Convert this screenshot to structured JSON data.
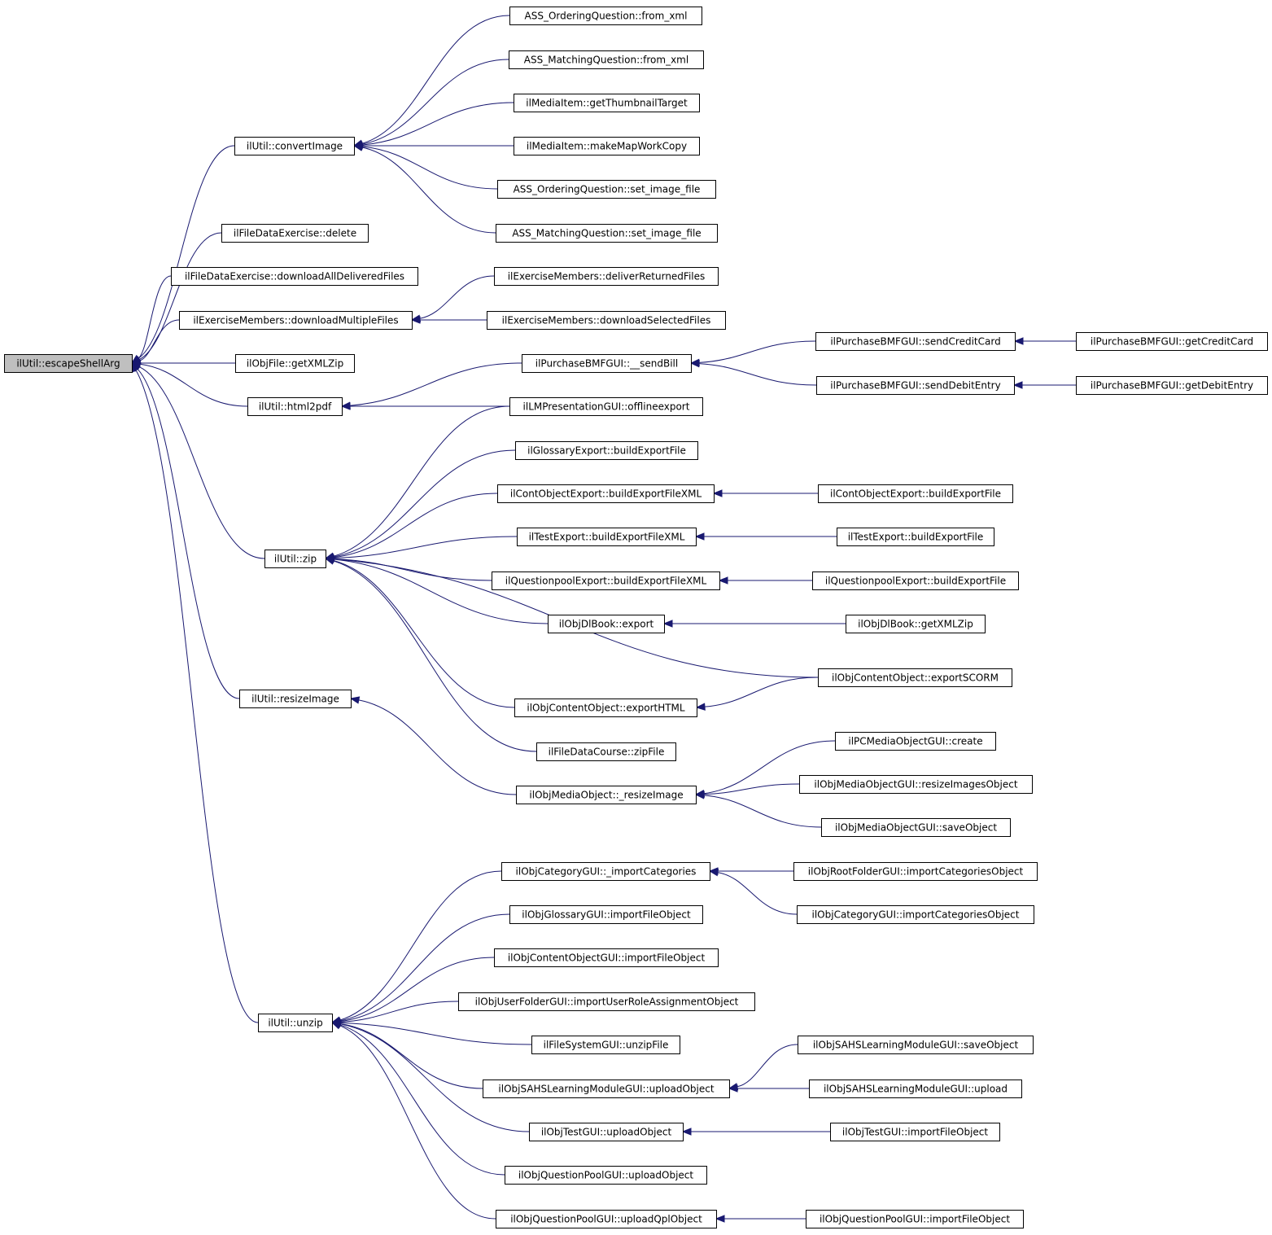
{
  "nodes": {
    "root": "ilUtil::escapeShellArg",
    "convertImage": "ilUtil::convertImage",
    "fdeDelete": "ilFileDataExercise::delete",
    "fdeDownloadAll": "ilFileDataExercise::downloadAllDeliveredFiles",
    "emDownloadMultiple": "ilExerciseMembers::downloadMultipleFiles",
    "objFileGetXMLZip": "ilObjFile::getXMLZip",
    "html2pdf": "ilUtil::html2pdf",
    "zip": "ilUtil::zip",
    "resizeImage": "ilUtil::resizeImage",
    "unzip": "ilUtil::unzip",
    "assOrdFromXml": "ASS_OrderingQuestion::from_xml",
    "assMatFromXml": "ASS_MatchingQuestion::from_xml",
    "miThumb": "ilMediaItem::getThumbnailTarget",
    "miMapCopy": "ilMediaItem::makeMapWorkCopy",
    "assOrdSetImg": "ASS_OrderingQuestion::set_image_file",
    "assMatSetImg": "ASS_MatchingQuestion::set_image_file",
    "emDeliverReturned": "ilExerciseMembers::deliverReturnedFiles",
    "emDownloadSelected": "ilExerciseMembers::downloadSelectedFiles",
    "pbSendBill": "ilPurchaseBMFGUI::__sendBill",
    "pbSendCredit": "ilPurchaseBMFGUI::sendCreditCard",
    "pbSendDebit": "ilPurchaseBMFGUI::sendDebitEntry",
    "pbGetCredit": "ilPurchaseBMFGUI::getCreditCard",
    "pbGetDebit": "ilPurchaseBMFGUI::getDebitEntry",
    "lmOffline": "ilLMPresentationGUI::offlineexport",
    "glossBuild": "ilGlossaryExport::buildExportFile",
    "coBuildXML": "ilContObjectExport::buildExportFileXML",
    "coBuild": "ilContObjectExport::buildExportFile",
    "testBuildXML": "ilTestExport::buildExportFileXML",
    "testBuild": "ilTestExport::buildExportFile",
    "qpBuildXML": "ilQuestionpoolExport::buildExportFileXML",
    "qpBuild": "ilQuestionpoolExport::buildExportFile",
    "dlExport": "ilObjDlBook::export",
    "dlGetXMLZip": "ilObjDlBook::getXMLZip",
    "ocoSCORM": "ilObjContentObject::exportSCORM",
    "ocoHTML": "ilObjContentObject::exportHTML",
    "fdcZip": "ilFileDataCourse::zipFile",
    "pcmCreate": "ilPCMediaObjectGUI::create",
    "omResize": "ilObjMediaObject::_resizeImage",
    "omgResizeImages": "ilObjMediaObjectGUI::resizeImagesObject",
    "omgSave": "ilObjMediaObjectGUI::saveObject",
    "catImport": "ilObjCategoryGUI::_importCategories",
    "rootFolderImport": "ilObjRootFolderGUI::importCategoriesObject",
    "catImportObj": "ilObjCategoryGUI::importCategoriesObject",
    "glossGuiImport": "ilObjGlossaryGUI::importFileObject",
    "cogImport": "ilObjContentObjectGUI::importFileObject",
    "ufImport": "ilObjUserFolderGUI::importUserRoleAssignmentObject",
    "fsUnzip": "ilFileSystemGUI::unzipFile",
    "sahsSave": "ilObjSAHSLearningModuleGUI::saveObject",
    "sahsUploadObj": "ilObjSAHSLearningModuleGUI::uploadObject",
    "sahsUpload": "ilObjSAHSLearningModuleGUI::upload",
    "testGuiUpload": "ilObjTestGUI::uploadObject",
    "testGuiImport": "ilObjTestGUI::importFileObject",
    "qpGuiUpload": "ilObjQuestionPoolGUI::uploadObject",
    "qpGuiUploadQpl": "ilObjQuestionPoolGUI::uploadQplObject",
    "qpGuiImport": "ilObjQuestionPoolGUI::importFileObject"
  },
  "edges": [
    [
      "root",
      "convertImage"
    ],
    [
      "root",
      "fdeDelete"
    ],
    [
      "root",
      "fdeDownloadAll"
    ],
    [
      "root",
      "emDownloadMultiple"
    ],
    [
      "root",
      "objFileGetXMLZip"
    ],
    [
      "root",
      "html2pdf"
    ],
    [
      "root",
      "zip"
    ],
    [
      "root",
      "resizeImage"
    ],
    [
      "root",
      "unzip"
    ],
    [
      "convertImage",
      "assOrdFromXml"
    ],
    [
      "convertImage",
      "assMatFromXml"
    ],
    [
      "convertImage",
      "miThumb"
    ],
    [
      "convertImage",
      "miMapCopy"
    ],
    [
      "convertImage",
      "assOrdSetImg"
    ],
    [
      "convertImage",
      "assMatSetImg"
    ],
    [
      "emDownloadMultiple",
      "emDeliverReturned"
    ],
    [
      "emDownloadMultiple",
      "emDownloadSelected"
    ],
    [
      "html2pdf",
      "pbSendBill"
    ],
    [
      "html2pdf",
      "lmOffline"
    ],
    [
      "pbSendBill",
      "pbSendCredit"
    ],
    [
      "pbSendBill",
      "pbSendDebit"
    ],
    [
      "pbSendCredit",
      "pbGetCredit"
    ],
    [
      "pbSendDebit",
      "pbGetDebit"
    ],
    [
      "zip",
      "lmOffline"
    ],
    [
      "zip",
      "glossBuild"
    ],
    [
      "zip",
      "coBuildXML"
    ],
    [
      "zip",
      "testBuildXML"
    ],
    [
      "zip",
      "qpBuildXML"
    ],
    [
      "zip",
      "dlExport"
    ],
    [
      "zip",
      "ocoSCORM"
    ],
    [
      "zip",
      "ocoHTML"
    ],
    [
      "zip",
      "fdcZip"
    ],
    [
      "coBuildXML",
      "coBuild"
    ],
    [
      "testBuildXML",
      "testBuild"
    ],
    [
      "qpBuildXML",
      "qpBuild"
    ],
    [
      "dlExport",
      "dlGetXMLZip"
    ],
    [
      "ocoHTML",
      "ocoSCORM"
    ],
    [
      "resizeImage",
      "omResize"
    ],
    [
      "omResize",
      "pcmCreate"
    ],
    [
      "omResize",
      "omgResizeImages"
    ],
    [
      "omResize",
      "omgSave"
    ],
    [
      "unzip",
      "catImport"
    ],
    [
      "unzip",
      "glossGuiImport"
    ],
    [
      "unzip",
      "cogImport"
    ],
    [
      "unzip",
      "ufImport"
    ],
    [
      "unzip",
      "fsUnzip"
    ],
    [
      "unzip",
      "sahsUploadObj"
    ],
    [
      "unzip",
      "testGuiUpload"
    ],
    [
      "unzip",
      "qpGuiUpload"
    ],
    [
      "unzip",
      "qpGuiUploadQpl"
    ],
    [
      "catImport",
      "rootFolderImport"
    ],
    [
      "catImport",
      "catImportObj"
    ],
    [
      "sahsUploadObj",
      "sahsSave"
    ],
    [
      "sahsUploadObj",
      "sahsUpload"
    ],
    [
      "testGuiUpload",
      "testGuiImport"
    ],
    [
      "qpGuiUploadQpl",
      "qpGuiImport"
    ]
  ],
  "colors": {
    "edge": "#191970",
    "root_fill": "#bfbfbf",
    "node_fill": "#ffffff",
    "node_border": "#000000"
  }
}
